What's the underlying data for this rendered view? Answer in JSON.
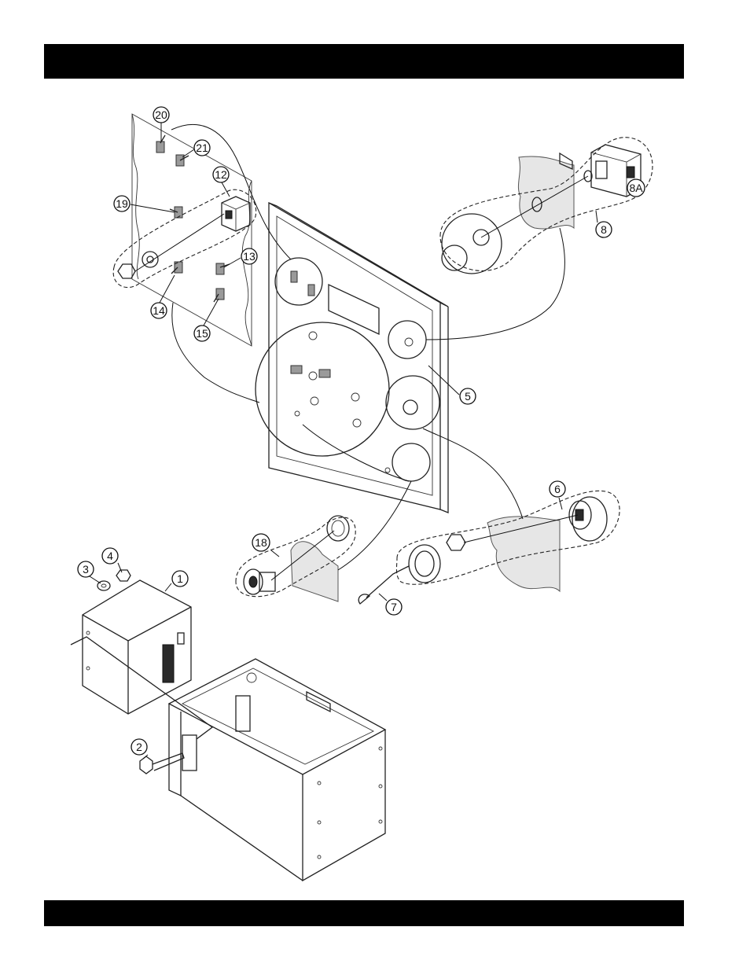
{
  "header": {
    "text": ""
  },
  "footer": {
    "text": ""
  },
  "callouts": [
    {
      "id": "c20",
      "label": "20"
    },
    {
      "id": "c21",
      "label": "21"
    },
    {
      "id": "c12",
      "label": "12"
    },
    {
      "id": "c19",
      "label": "19"
    },
    {
      "id": "c13",
      "label": "13"
    },
    {
      "id": "c14",
      "label": "14"
    },
    {
      "id": "c15",
      "label": "15"
    },
    {
      "id": "c8A",
      "label": "8A"
    },
    {
      "id": "c8",
      "label": "8"
    },
    {
      "id": "c5",
      "label": "5"
    },
    {
      "id": "c6",
      "label": "6"
    },
    {
      "id": "c18",
      "label": "18"
    },
    {
      "id": "c7",
      "label": "7"
    },
    {
      "id": "c4",
      "label": "4"
    },
    {
      "id": "c3",
      "label": "3"
    },
    {
      "id": "c1",
      "label": "1"
    },
    {
      "id": "c2",
      "label": "2"
    }
  ]
}
